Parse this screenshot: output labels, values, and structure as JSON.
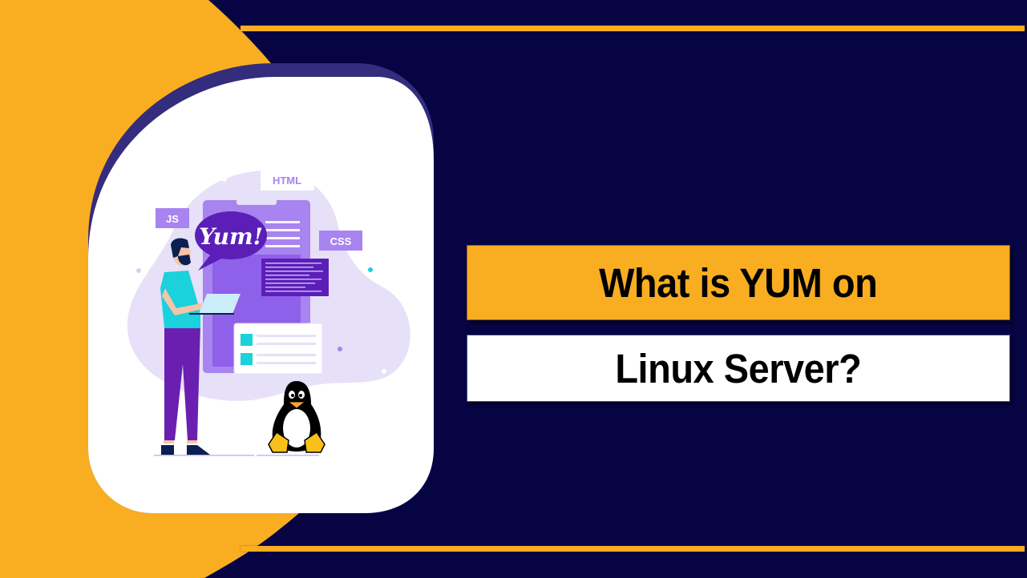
{
  "colors": {
    "background": "#070444",
    "accent_orange": "#f9ad21",
    "card_border": "#342c7c",
    "card_fill": "#ffffff",
    "blob": "#e6e0f8",
    "phone": "#9b72f0",
    "purple_dark": "#5b1fb8",
    "teal": "#1bd1db"
  },
  "banner": {
    "title_line1": "What is YUM on",
    "title_line2": "Linux Server?"
  },
  "illustration": {
    "speech_bubble": "Yum!",
    "tags": {
      "html": "HTML",
      "js": "JS",
      "css": "CSS"
    },
    "penguin": "linux-tux-penguin",
    "person": "developer-with-laptop"
  }
}
